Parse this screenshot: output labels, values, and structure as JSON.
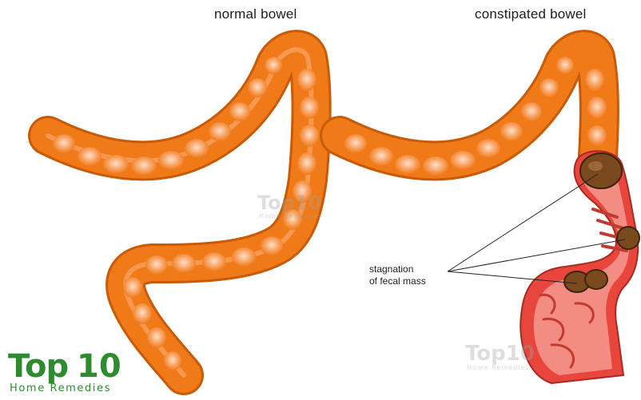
{
  "titles": {
    "normal": "normal bowel",
    "constipated": "constipated bowel"
  },
  "annotation": {
    "line1": "stagnation",
    "line2": "of fecal mass"
  },
  "logo": {
    "word": "Top",
    "number": "10",
    "subtitle": "Home Remedies"
  },
  "watermark": {
    "word": "Top10",
    "subtitle": "Home Remedies"
  },
  "colors": {
    "colon_orange": "#f07a18",
    "colon_highlight": "#fbc49a",
    "colon_dark": "#c85a08",
    "cut_red": "#e8453c",
    "cut_pink": "#f59a90",
    "fecal_brown": "#7a4a1e",
    "logo_green": "#2e8b2e"
  }
}
